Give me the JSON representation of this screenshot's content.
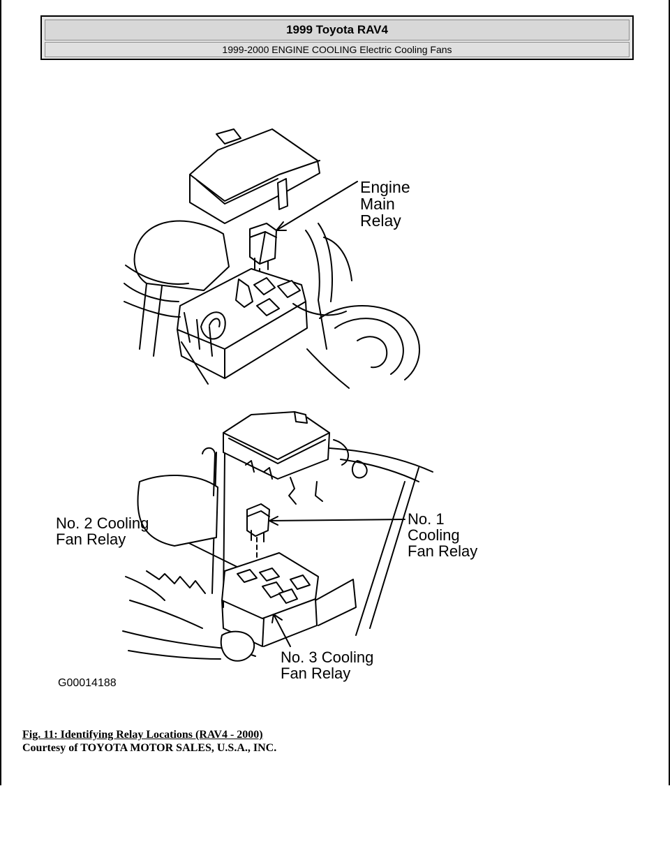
{
  "header": {
    "title": "1999 Toyota RAV4",
    "subtitle": "1999-2000 ENGINE COOLING Electric Cooling Fans"
  },
  "figure": {
    "labels": {
      "engine_main_relay": "Engine\nMain\nRelay",
      "no2_relay": "No. 2 Cooling\nFan Relay",
      "no1_relay": "No. 1\nCooling\nFan Relay",
      "no3_relay": "No. 3 Cooling\nFan Relay"
    },
    "figure_id": "G00014188"
  },
  "caption": {
    "title": "Fig. 11: Identifying Relay Locations (RAV4 - 2000)",
    "credit": "Courtesy of TOYOTA MOTOR SALES, U.S.A., INC."
  }
}
